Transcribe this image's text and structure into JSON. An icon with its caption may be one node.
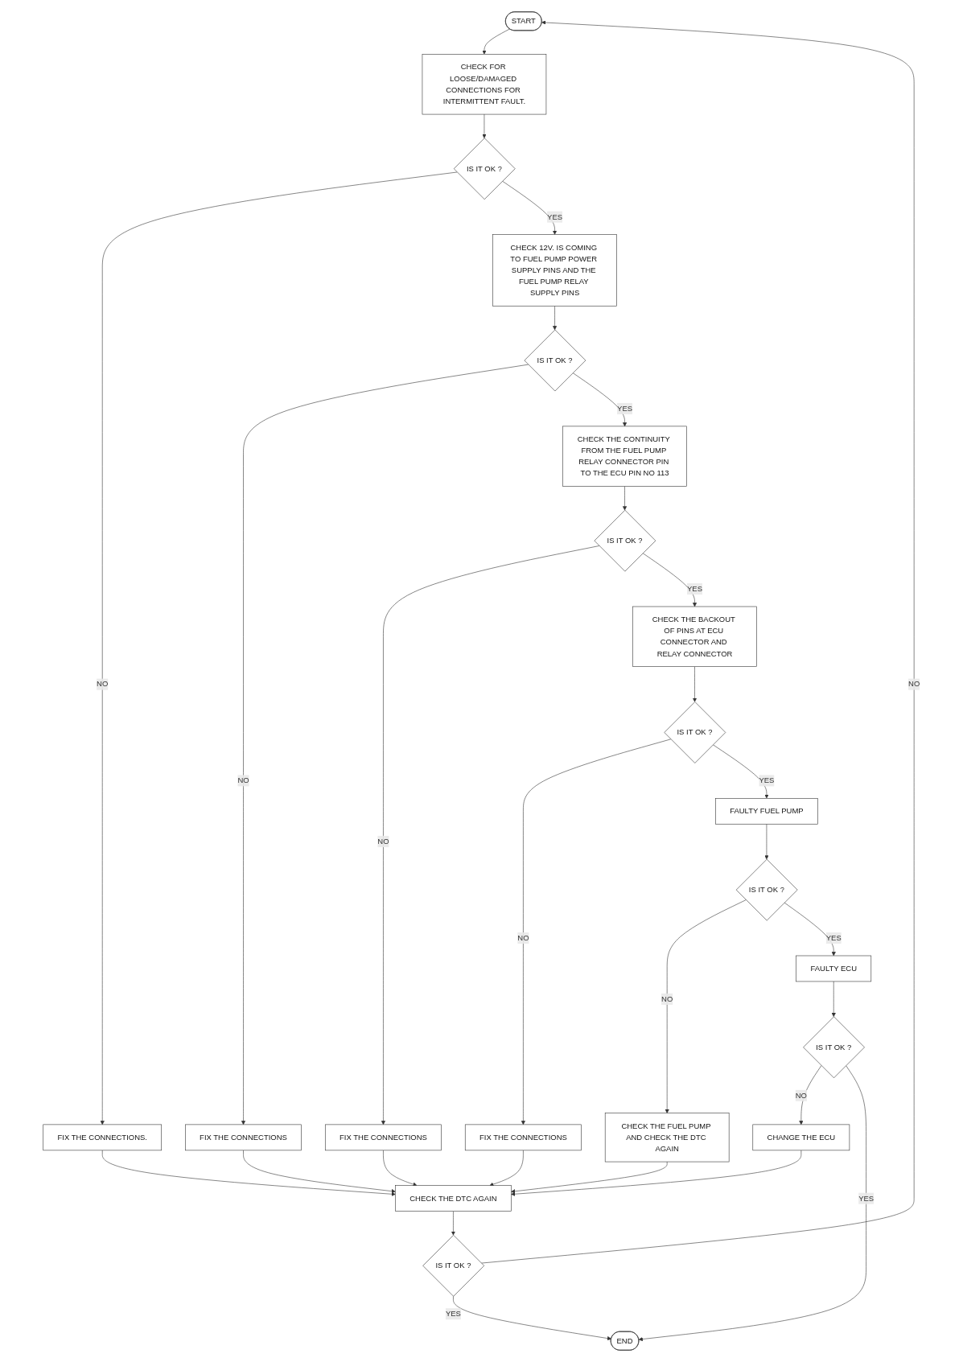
{
  "diagram": {
    "nodes": [
      {
        "text": [
          "START"
        ]
      },
      {
        "text": [
          "CHECK FOR LOOSE/DAMAGED CONNECTIONS FOR INTERMITTENT FAULT."
        ]
      },
      {
        "text": [
          "IS IT OK ?"
        ]
      },
      {
        "text": [
          "FIX THE CONNECTIONS."
        ]
      },
      {
        "text": [
          "CHECK 12V. IS COMING TO FUEL PUMP POWER SUPPLY PINS AND THE FUEL PUMP RELAY SUPPLY PINS"
        ]
      },
      {
        "text": [
          "IS IT OK ?"
        ]
      },
      {
        "text": [
          "FIX THE CONNECTIONS"
        ]
      },
      {
        "text": [
          "CHECK THE CONTINUITY FROM THE FUEL PUMP RELAY CONNECTOR PIN TO THE ECU PIN NO 113"
        ]
      },
      {
        "text": [
          "IS IT OK ?"
        ]
      },
      {
        "text": [
          "FIX THE CONNECTIONS"
        ]
      },
      {
        "text": [
          "CHECK THE BACKOUT OF PINS AT ECU CONNECTOR AND RELAY CONNECTOR"
        ]
      },
      {
        "text": [
          "IS IT OK ?"
        ]
      },
      {
        "text": [
          "FIX THE CONNECTIONS"
        ]
      },
      {
        "text": [
          "FAULTY FUEL PUMP"
        ]
      },
      {
        "text": [
          "IS IT OK ?"
        ]
      },
      {
        "text": [
          "CHECK THE FUEL PUMP AND CHECK THE DTC AGAIN"
        ]
      },
      {
        "text": [
          "FAULTY ECU"
        ]
      },
      {
        "text": [
          "IS IT OK ?"
        ]
      },
      {
        "text": [
          "CHANGE THE ECU"
        ]
      },
      {
        "text": [
          "END"
        ]
      },
      {
        "text": [
          "CHECK THE DTC AGAIN"
        ]
      },
      {
        "text": [
          "IS IT OK ?"
        ]
      }
    ],
    "edges": [
      {
        "from": 0,
        "to": 1,
        "arrow": "to"
      },
      {
        "from": 1,
        "to": 2,
        "arrow": "to"
      },
      {
        "from": 2,
        "to": 3,
        "label": "NO",
        "arrow": "to"
      },
      {
        "from": 2,
        "to": 4,
        "label": "YES",
        "arrow": "to"
      },
      {
        "from": 4,
        "to": 5,
        "arrow": "to"
      },
      {
        "from": 5,
        "to": 6,
        "label": "NO",
        "arrow": "to"
      },
      {
        "from": 5,
        "to": 7,
        "label": "YES",
        "arrow": "to"
      },
      {
        "from": 7,
        "to": 8,
        "arrow": "to"
      },
      {
        "from": 8,
        "to": 9,
        "label": "NO",
        "arrow": "to"
      },
      {
        "from": 8,
        "to": 10,
        "label": "YES",
        "arrow": "to"
      },
      {
        "from": 10,
        "to": 11,
        "arrow": "to"
      },
      {
        "from": 11,
        "to": 12,
        "label": "NO",
        "arrow": "to"
      },
      {
        "from": 11,
        "to": 13,
        "label": "YES",
        "arrow": "to"
      },
      {
        "from": 13,
        "to": 14,
        "arrow": "to"
      },
      {
        "from": 14,
        "to": 15,
        "label": "NO",
        "arrow": "to"
      },
      {
        "from": 14,
        "to": 16,
        "label": "YES",
        "arrow": "to"
      },
      {
        "from": 16,
        "to": 17,
        "arrow": "to"
      },
      {
        "from": 17,
        "to": 18,
        "label": "NO",
        "arrow": "to"
      },
      {
        "from": 17,
        "to": 19,
        "label": "YES",
        "arrow": "to"
      },
      {
        "from": 3,
        "to": 20,
        "arrow": "to"
      },
      {
        "from": 6,
        "to": 20,
        "arrow": "to"
      },
      {
        "from": 9,
        "to": 20,
        "arrow": "to"
      },
      {
        "from": 12,
        "to": 20,
        "arrow": "to"
      },
      {
        "from": 15,
        "to": 20,
        "arrow": "to"
      },
      {
        "from": 18,
        "to": 20,
        "arrow": "to"
      },
      {
        "from": 20,
        "to": 21,
        "arrow": "to"
      },
      {
        "from": 21,
        "to": 0,
        "label": "NO",
        "arrow": "to"
      },
      {
        "from": 21,
        "to": 19,
        "label": "YES",
        "arrow": "to"
      }
    ]
  }
}
